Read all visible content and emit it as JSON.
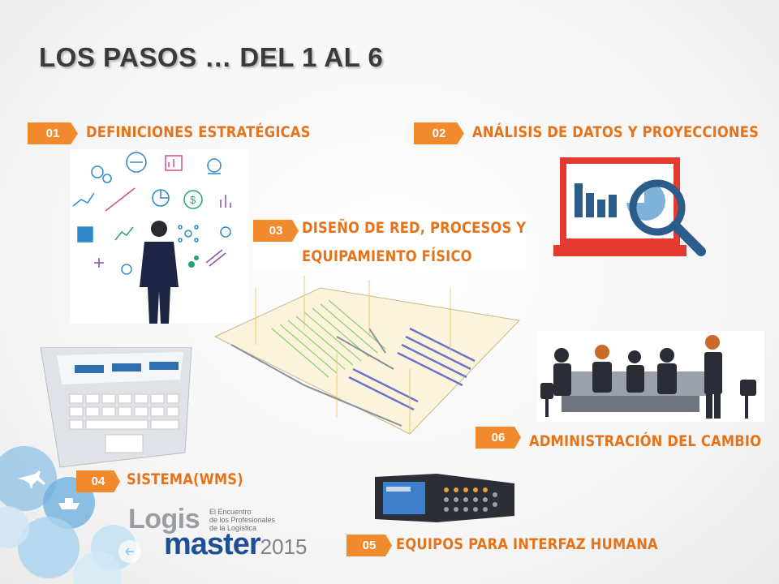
{
  "slide": {
    "title": "LOS PASOS … DEL 1 AL 6",
    "accent_color": "#e4731c",
    "badge_color": "#f08a2c"
  },
  "steps": [
    {
      "number": "01",
      "label": "DEFINICIONES ESTRATÉGICAS"
    },
    {
      "number": "02",
      "label": "ANÁLISIS DE DATOS Y PROYECCIONES"
    },
    {
      "number": "03",
      "label_line1": "DISEÑO DE RED, PROCESOS Y",
      "label_line2": "EQUIPAMIENTO FÍSICO"
    },
    {
      "number": "04",
      "label": "SISTEMA(WMS)"
    },
    {
      "number": "05",
      "label": "EQUIPOS PARA INTERFAZ HUMANA"
    },
    {
      "number": "06",
      "label": "ADMINISTRACIÓN DEL CAMBIO"
    }
  ],
  "logo": {
    "brand_part1": "Logis",
    "brand_part2": "master",
    "year": "2015",
    "tagline_line1": "El Encuentro",
    "tagline_line2": "de los Profesionales",
    "tagline_line3": "de la Logística"
  },
  "icons": [
    "gears-icon",
    "server-icon",
    "bar-chart-icon",
    "cloud-network-icon",
    "line-chart-icon",
    "pie-chart-icon",
    "dollar-icon",
    "map-pin-icon",
    "network-icon",
    "lightbulb-icon",
    "plus-icon",
    "gear-icon",
    "magnifier-icon",
    "monitor-icon",
    "laptop-icon",
    "scanner-device-icon",
    "airplane-icon",
    "ship-icon"
  ]
}
